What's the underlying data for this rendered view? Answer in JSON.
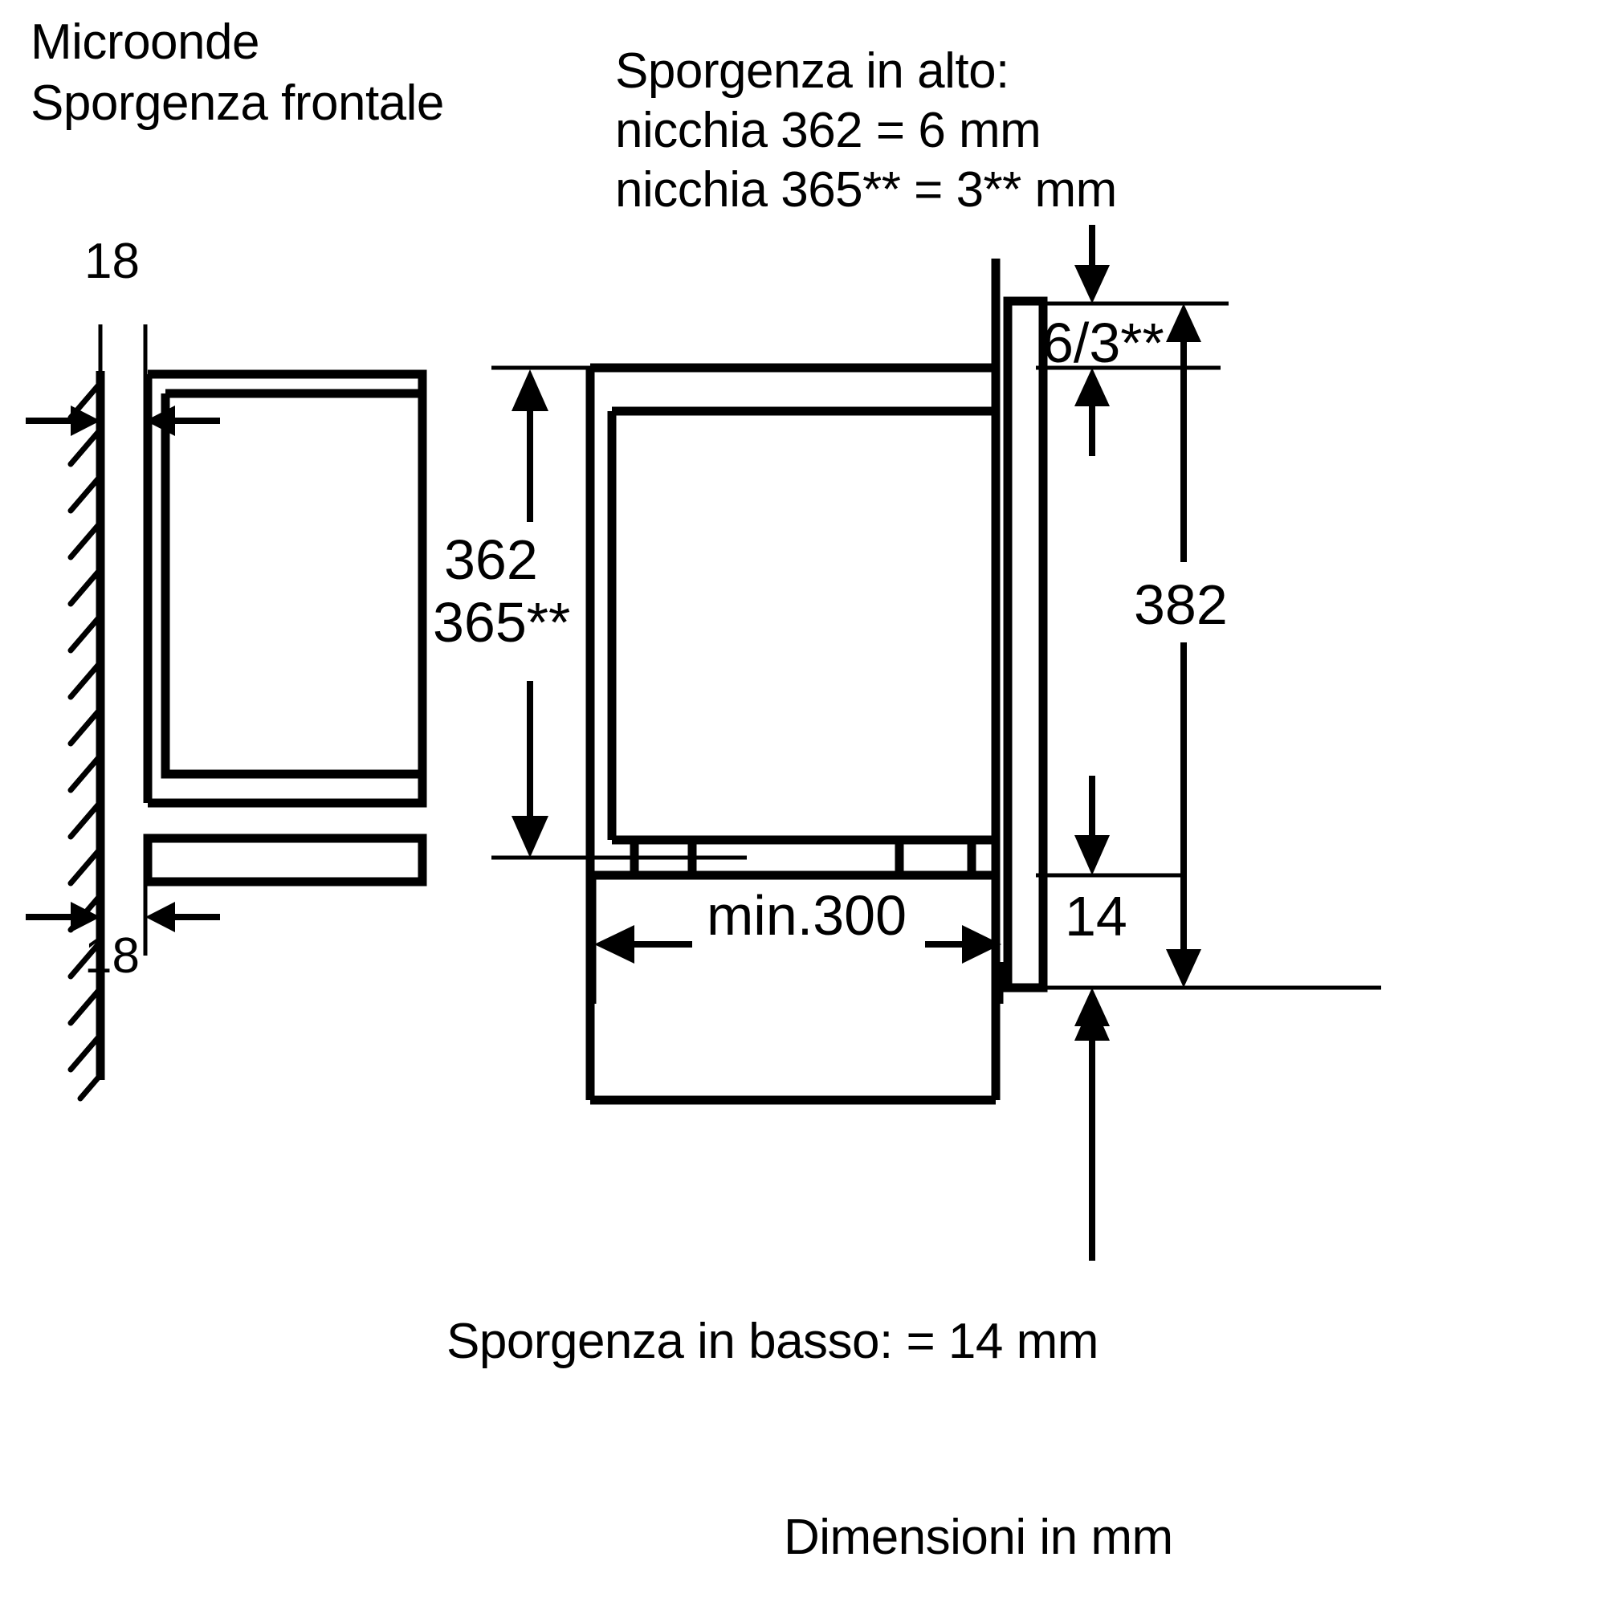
{
  "document": {
    "kind": "technical-installation-drawing",
    "language": "it",
    "units_note": "Dimensioni in mm"
  },
  "headings": {
    "title_line1": "Microonde",
    "title_line2": "Sporgenza frontale",
    "note_line1": "Sporgenza in alto:",
    "note_line2": "nicchia 362 = 6 mm",
    "note_line3": "nicchia 365** = 3** mm"
  },
  "footnotes": {
    "bottom_projection": "Sporgenza in basso: = 14 mm",
    "units": "Dimensioni in mm"
  },
  "dimensions": {
    "front_top_gap": "18",
    "front_bottom_gap": "18",
    "niche_height_line1": "362",
    "niche_height_line2": "365**",
    "top_projection": "6/3**",
    "overall_height": "382",
    "bottom_projection": "14",
    "min_depth": "min.300"
  },
  "colors": {
    "ink": "#000000",
    "background": "#ffffff"
  },
  "chart_data": {
    "type": "table",
    "title": "Microonde - Sporgenza frontale",
    "categories": [
      "nicchia 362",
      "nicchia 365**"
    ],
    "series": [
      {
        "name": "Sporgenza in alto (mm)",
        "values": [
          6,
          3
        ]
      },
      {
        "name": "Sporgenza in basso (mm)",
        "values": [
          14,
          14
        ]
      }
    ],
    "annotations": [
      {
        "label": "18",
        "meaning": "front gap top, mm"
      },
      {
        "label": "18",
        "meaning": "front gap bottom, mm"
      },
      {
        "label": "362",
        "meaning": "niche height variant 1, mm"
      },
      {
        "label": "365**",
        "meaning": "niche height variant 2, mm"
      },
      {
        "label": "6/3**",
        "meaning": "top projection, mm"
      },
      {
        "label": "382",
        "meaning": "overall appliance front height, mm"
      },
      {
        "label": "14",
        "meaning": "bottom projection, mm"
      },
      {
        "label": "min.300",
        "meaning": "minimum installation depth, mm"
      }
    ],
    "xlabel": "",
    "ylabel": "",
    "grid": false
  }
}
